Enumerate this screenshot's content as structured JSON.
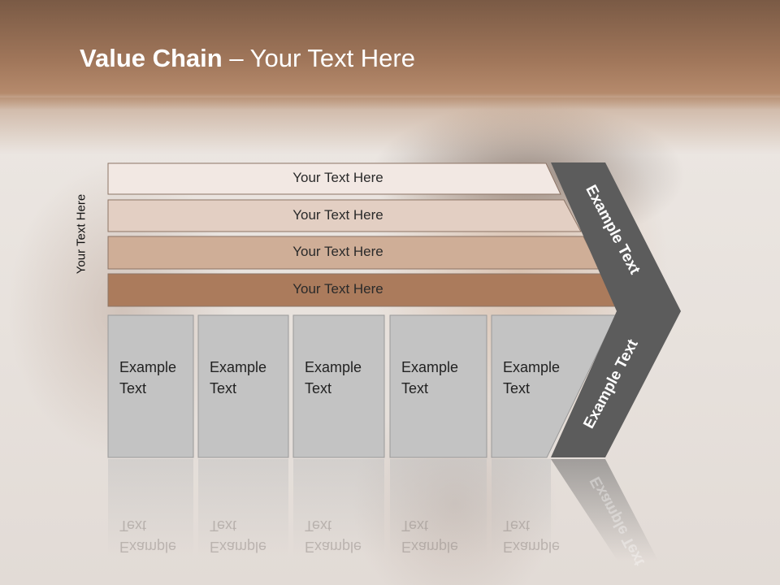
{
  "slide": {
    "title_bold": "Value Chain",
    "title_rest": " – Your Text Here",
    "side_label": "Your Text Here"
  },
  "bars": [
    {
      "label": "Your Text Here",
      "color": "#f2e8e3"
    },
    {
      "label": "Your Text Here",
      "color": "#e3cfc3"
    },
    {
      "label": "Your Text Here",
      "color": "#cfae97"
    },
    {
      "label": "Your Text Here",
      "color": "#ab7b5c"
    }
  ],
  "columns": [
    {
      "text": "Example\nText"
    },
    {
      "text": "Example\nText"
    },
    {
      "text": "Example\nText"
    },
    {
      "text": "Example\nText"
    },
    {
      "text": "Example\nText"
    }
  ],
  "chevron": {
    "upper_text": "Example Text",
    "lower_text": "Example Text",
    "color": "#5c5c5c"
  },
  "colors": {
    "header": "#a0765a",
    "column_fill": "#c3c3c3",
    "column_border": "#9a9a9a"
  }
}
